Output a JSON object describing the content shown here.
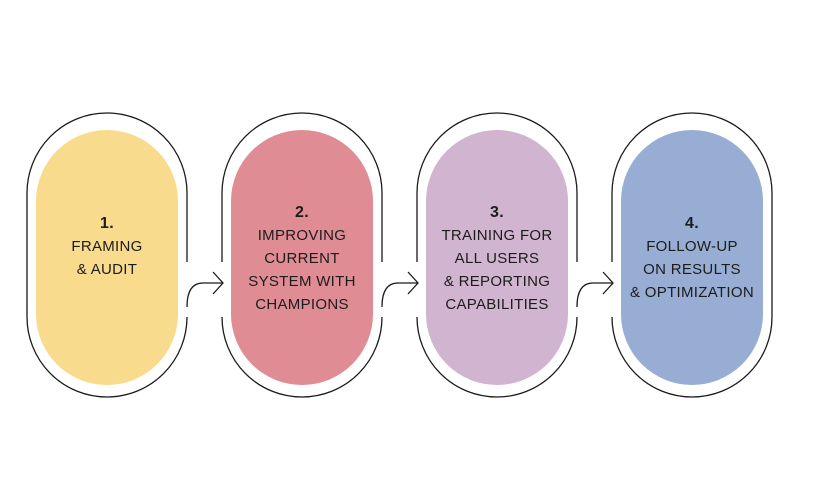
{
  "steps": [
    {
      "number": "1.",
      "lines": [
        "FRAMING",
        "& AUDIT"
      ],
      "color": "#F8DB8C"
    },
    {
      "number": "2.",
      "lines": [
        "IMPROVING",
        "CURRENT",
        "SYSTEM WITH",
        "CHAMPIONS"
      ],
      "color": "#DF8C94"
    },
    {
      "number": "3.",
      "lines": [
        "TRAINING FOR",
        "ALL USERS",
        "& REPORTING",
        "CAPABILITIES"
      ],
      "color": "#D0B4D0"
    },
    {
      "number": "4.",
      "lines": [
        "FOLLOW-UP",
        "ON RESULTS",
        "& OPTIMIZATION"
      ],
      "color": "#98ADD3"
    }
  ]
}
